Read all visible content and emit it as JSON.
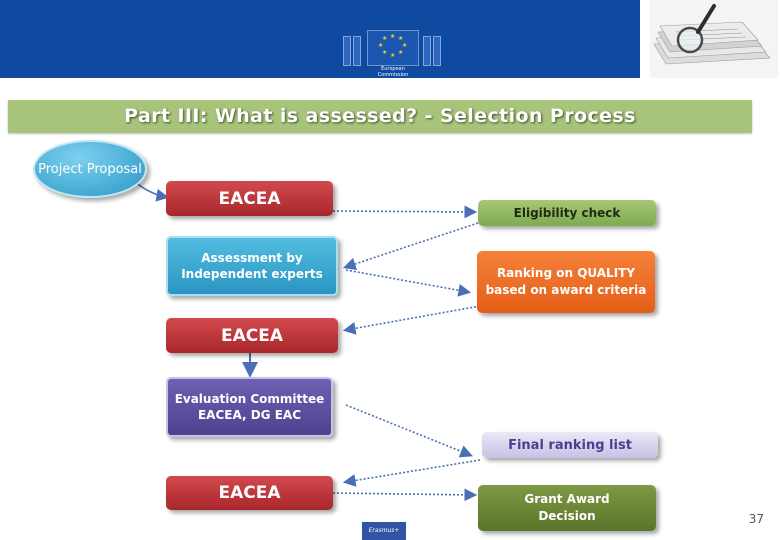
{
  "title": "Part III: What is assessed? -  Selection Process",
  "header": {
    "logo_text_line1": "European",
    "logo_text_line2": "Commission"
  },
  "nodes": {
    "project_proposal": "Project Proposal",
    "eacea_1": "EACEA",
    "assessment": "Assessment by Independent experts",
    "eacea_2": "EACEA",
    "evaluation": "Evaluation Committee EACEA, DG EAC",
    "eacea_3": "EACEA",
    "eligibility": "Eligibility check",
    "ranking": "Ranking on QUALITY based on award criteria",
    "final_ranking": "Final ranking list",
    "grant_award": "Grant Award Decision"
  },
  "footer": {
    "erasmus_label": "Erasmus+",
    "page_number": "37"
  },
  "colors": {
    "header_blue": "#0e4aa0",
    "title_green": "#a8c47b",
    "eacea_red": "#b8323a",
    "assessment_teal": "#3aaad4",
    "evaluation_purple": "#5d4f9f",
    "eligibility_green": "#96bb66",
    "ranking_orange": "#ef6e26",
    "final_lavender": "#d8d3ef",
    "grant_darkgreen": "#6b8534",
    "connector_blue": "#4a6fb5"
  }
}
